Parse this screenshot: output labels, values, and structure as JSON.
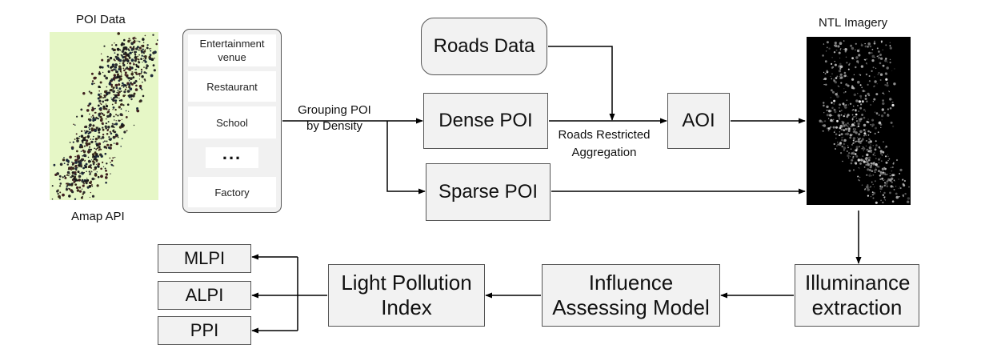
{
  "poi_source": {
    "title": "POI Data",
    "caption": "Amap API"
  },
  "categories": {
    "items": [
      "Entertainment venue",
      "Restaurant",
      "School",
      "...",
      "Factory"
    ]
  },
  "grouping_label": "Grouping POI by Density",
  "roads_data": "Roads Data",
  "dense_poi": "Dense POI",
  "sparse_poi": "Sparse POI",
  "aggregation_label": "Roads Restricted Aggregation",
  "aoi": "AOI",
  "ntl": {
    "title": "NTL Imagery"
  },
  "illuminance": "Illuminance extraction",
  "influence_model": "Influence Assessing Model",
  "lp_index": "Light Pollution Index",
  "outputs": [
    "MLPI",
    "ALPI",
    "PPI"
  ],
  "colors": {
    "box_fill": "#f2f2f2",
    "box_border": "#555555",
    "map_background": "#e6f7c6",
    "ntl_background": "#000000"
  }
}
